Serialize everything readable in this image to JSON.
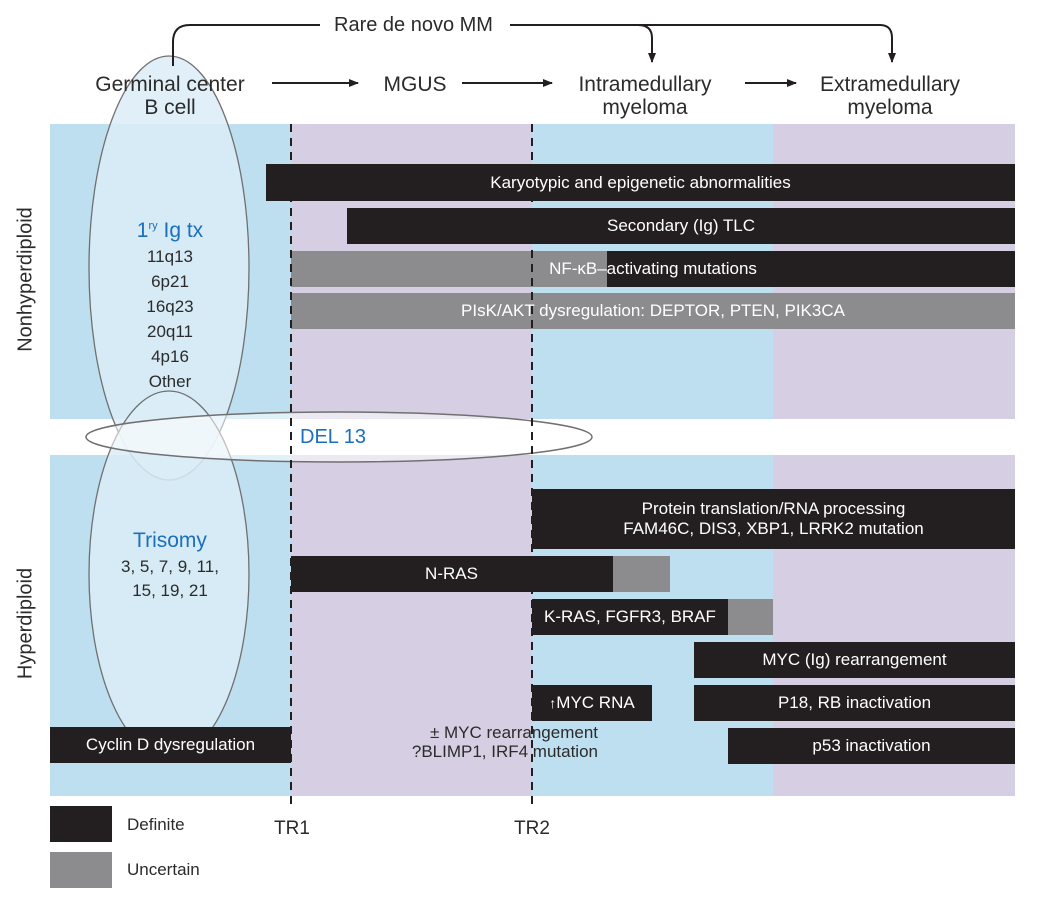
{
  "title_row": {
    "stages": [
      {
        "id": "gc",
        "line1": "Germinal center",
        "line2": "B cell"
      },
      {
        "id": "mgus",
        "line1": "MGUS",
        "line2": ""
      },
      {
        "id": "intra",
        "line1": "Intramedullary",
        "line2": "myeloma"
      },
      {
        "id": "extra",
        "line1": "Extramedullary",
        "line2": "myeloma"
      }
    ],
    "bypass_label": "Rare de novo MM"
  },
  "side_labels": {
    "top": "Nonhyperdiploid",
    "bottom": "Hyperdiploid"
  },
  "ellipses": {
    "primary_ig": {
      "title_main": "1",
      "title_sup": "ry",
      "title_rest": " Ig tx",
      "items": [
        "11q13",
        "6p21",
        "16q23",
        "20q11",
        "4p16",
        "Other"
      ]
    },
    "trisomy": {
      "title": "Trisomy",
      "line1": "3, 5, 7, 9, 11,",
      "line2": "15, 19, 21"
    },
    "del13": {
      "label": "DEL 13"
    }
  },
  "bars": {
    "karyotypic": {
      "label": "Karyotypic and epigenetic abnormalities",
      "status": "Definite"
    },
    "secondary_tlc": {
      "label": "Secondary (Ig) TLC",
      "status": "Definite"
    },
    "nfkb": {
      "label": "NF-κB–activating mutations",
      "status": "Uncertain then Definite"
    },
    "pi3k": {
      "label": "PIsK/AKT dysregulation: DEPTOR, PTEN, PIK3CA",
      "status": "Uncertain"
    },
    "protein_translation": {
      "line1": "Protein translation/RNA processing",
      "line2": "FAM46C, DIS3, XBP1, LRRK2 mutation",
      "status": "Definite"
    },
    "nras": {
      "label": "N-RAS",
      "status": "Definite then Uncertain"
    },
    "kras": {
      "label": "K-RAS, FGFR3, BRAF",
      "status": "Definite then Uncertain"
    },
    "myc_ig": {
      "label": "MYC (Ig) rearrangement",
      "status": "Definite"
    },
    "myc_rna": {
      "arrow": "↑",
      "label": "MYC RNA",
      "status": "Definite"
    },
    "p18_rb": {
      "label": "P18, RB inactivation",
      "status": "Definite"
    },
    "p53": {
      "label": "p53 inactivation",
      "status": "Definite"
    },
    "cyclin_d": {
      "label": "Cyclin D dysregulation",
      "status": "Definite"
    }
  },
  "notes": {
    "myc_note_line1": "± MYC rearrangement",
    "myc_note_line2": "?BLIMP1, IRF4 mutation"
  },
  "transitions": {
    "tr1": "TR1",
    "tr2": "TR2"
  },
  "legend": [
    {
      "label": "Definite",
      "color": "#231f20"
    },
    {
      "label": "Uncertain",
      "color": "#8c8c8e"
    }
  ],
  "colors": {
    "band_blue": "#bddff0",
    "band_lilac": "#d6cfe3",
    "definite": "#231f20",
    "uncertain": "#8c8c8e",
    "accent_blue_text": "#1a6fbe"
  }
}
